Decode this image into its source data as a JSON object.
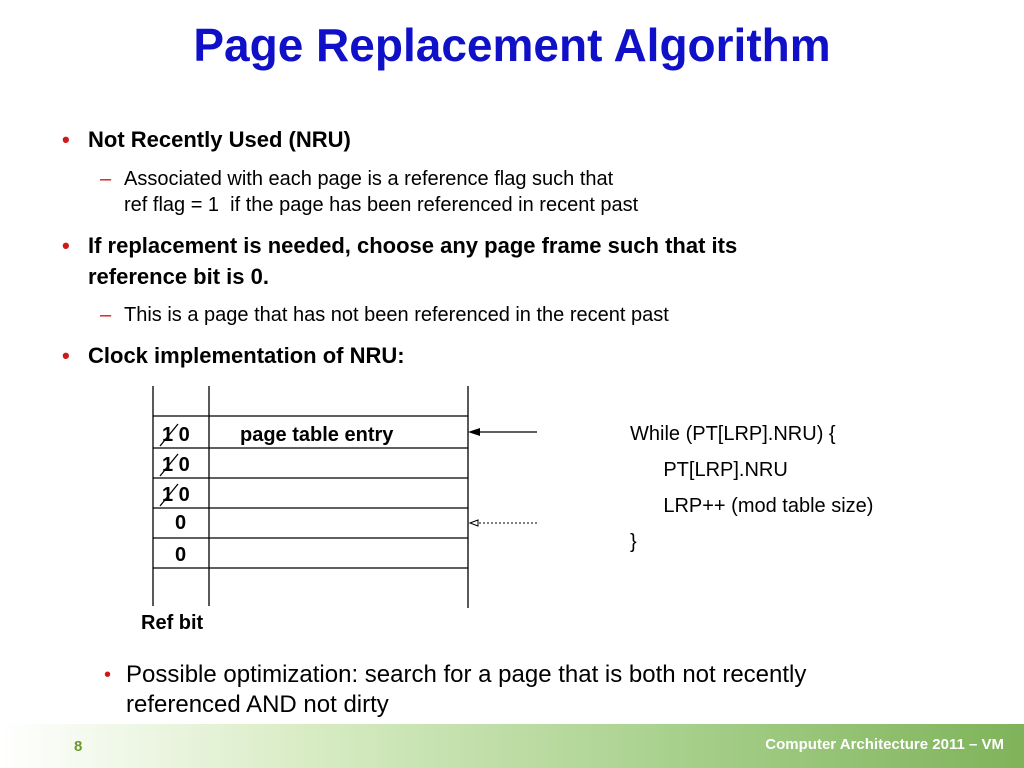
{
  "title": "Page Replacement Algorithm",
  "bullets": [
    {
      "text": "Not Recently Used (NRU)",
      "sub": [
        "Associated with each page is a reference flag such that",
        "ref flag = 1  if the page has been referenced in recent past"
      ]
    },
    {
      "text_lines": [
        "If replacement is needed, choose any page frame such that its",
        "reference bit is 0."
      ],
      "sub": [
        "This is a page that has not been referenced in the recent past"
      ]
    },
    {
      "text": "Clock implementation of NRU:"
    }
  ],
  "diagram": {
    "rows": [
      {
        "ref": "1 0",
        "entry": "page table entry"
      },
      {
        "ref": "1 0",
        "entry": ""
      },
      {
        "ref": "1 0",
        "entry": ""
      },
      {
        "ref": "0",
        "entry": ""
      },
      {
        "ref": "0",
        "entry": ""
      }
    ],
    "ref_label": "Ref bit"
  },
  "code": [
    "While (PT[LRP].NRU) {",
    "      PT[LRP].NRU",
    "      LRP++ (mod table size)",
    "}"
  ],
  "optimization": [
    "Possible optimization: search for a page that is both not recently",
    "referenced AND not dirty"
  ],
  "footer": {
    "page_number": "8",
    "course": "Computer Architecture 2011 – VM"
  },
  "colors": {
    "title": "#1010c8",
    "bullet": "#d01818",
    "footer_green": "#7fb35a"
  }
}
